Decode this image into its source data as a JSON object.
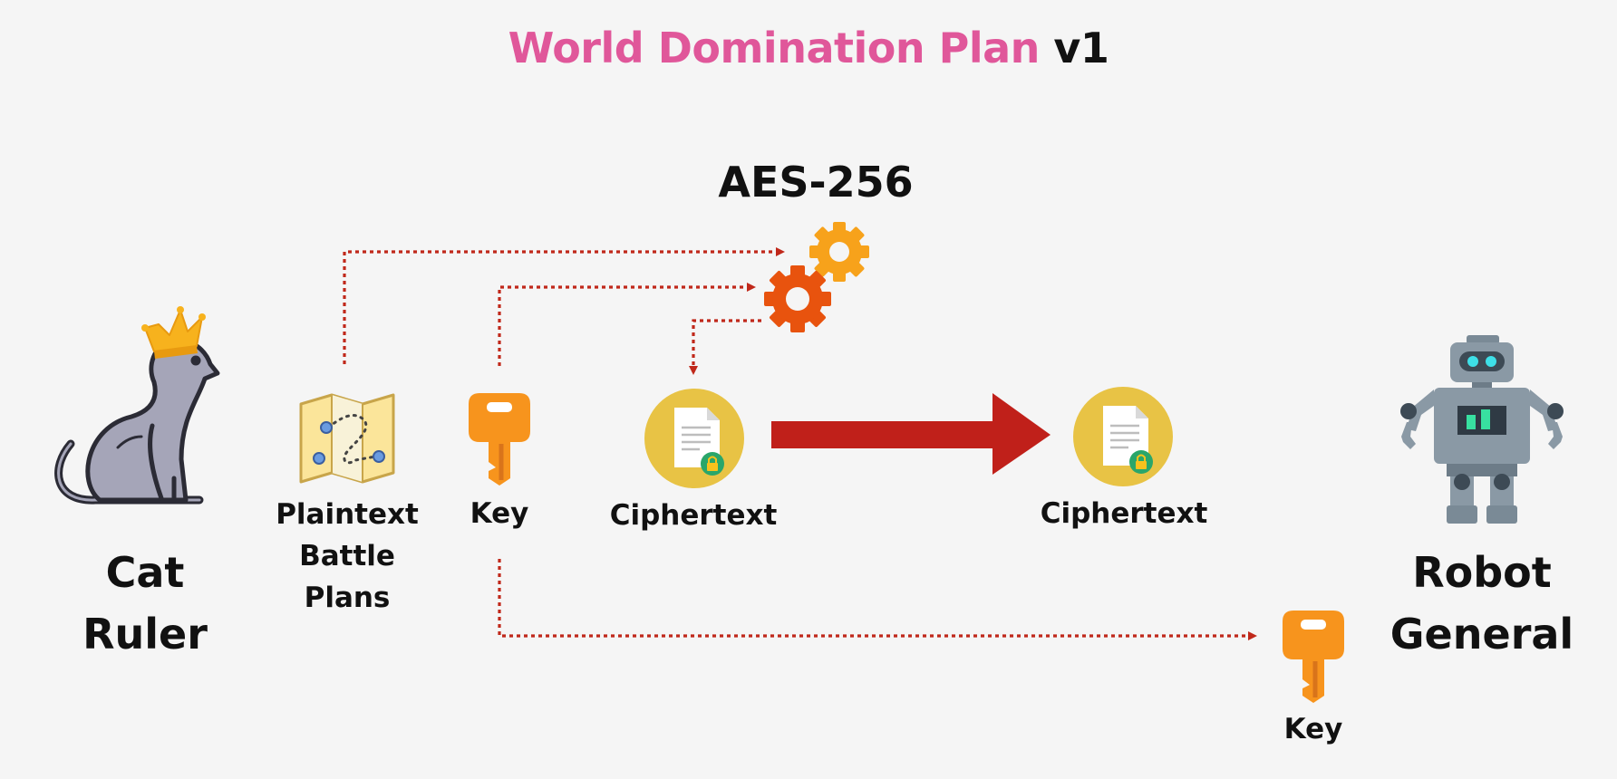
{
  "title": {
    "main": "World Domination Plan",
    "version": "v1"
  },
  "algorithm": {
    "label": "AES-256",
    "icon": "gears-icon"
  },
  "sender": {
    "label": "Cat\nRuler",
    "icon": "crowned-cat-icon"
  },
  "plaintext": {
    "label": "Plaintext\nBattle\nPlans",
    "icon": "treasure-map-icon"
  },
  "sender_key": {
    "label": "Key",
    "icon": "key-icon"
  },
  "ciphertext_sent": {
    "label": "Ciphertext",
    "icon": "locked-document-icon"
  },
  "ciphertext_received": {
    "label": "Ciphertext",
    "icon": "locked-document-icon"
  },
  "receiver_key": {
    "label": "Key",
    "icon": "key-icon"
  },
  "receiver": {
    "label": "Robot\nGeneral",
    "icon": "robot-icon"
  },
  "colors": {
    "title_accent": "#e0579a",
    "connector": "#c0281a",
    "key": "#f7941d",
    "gear_light": "#f7a21b",
    "gear_dark": "#e8530e",
    "document_badge": "#e8c345"
  }
}
